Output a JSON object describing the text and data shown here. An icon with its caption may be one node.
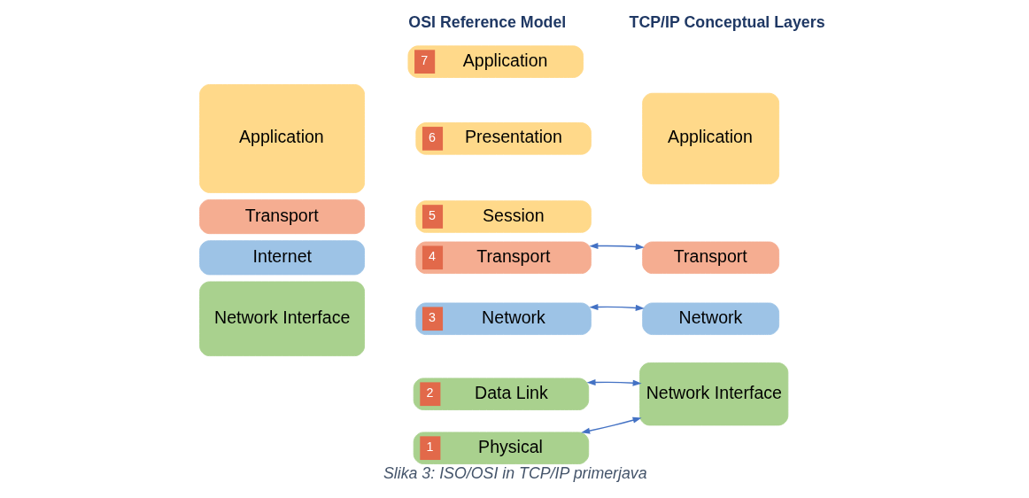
{
  "diagram": {
    "caption": "Slika 3: ISO/OSI in TCP/IP primerjava",
    "nodes": [
      {
        "text": [
          "Application"
        ]
      },
      {
        "text": [
          "Transport"
        ]
      },
      {
        "text": [
          "Internet"
        ]
      },
      {
        "text": [
          "Network Interface"
        ]
      },
      {
        "text": [
          "7",
          "Application"
        ]
      },
      {
        "text": [
          "6",
          "Presentation"
        ]
      },
      {
        "text": [
          "5",
          "Session"
        ]
      },
      {
        "text": [
          "4",
          "Transport"
        ]
      },
      {
        "text": [
          "3",
          "Network"
        ]
      },
      {
        "text": [
          "2",
          "Data Link"
        ]
      },
      {
        "text": [
          "1",
          "Physical"
        ]
      },
      {
        "text": [
          "Application"
        ]
      },
      {
        "text": [
          "Transport"
        ]
      },
      {
        "text": [
          "Network"
        ]
      },
      {
        "text": [
          "Network Interface"
        ]
      }
    ],
    "edges": [
      {
        "from": 7,
        "to": 12,
        "arrow": "both"
      },
      {
        "from": 8,
        "to": 13,
        "arrow": "both"
      },
      {
        "from": 9,
        "to": 14,
        "arrow": "both"
      },
      {
        "from": 10,
        "to": 14,
        "arrow": "both"
      }
    ],
    "labels": [
      "OSI Reference Model",
      "TCP/IP Conceptual Layers"
    ]
  }
}
